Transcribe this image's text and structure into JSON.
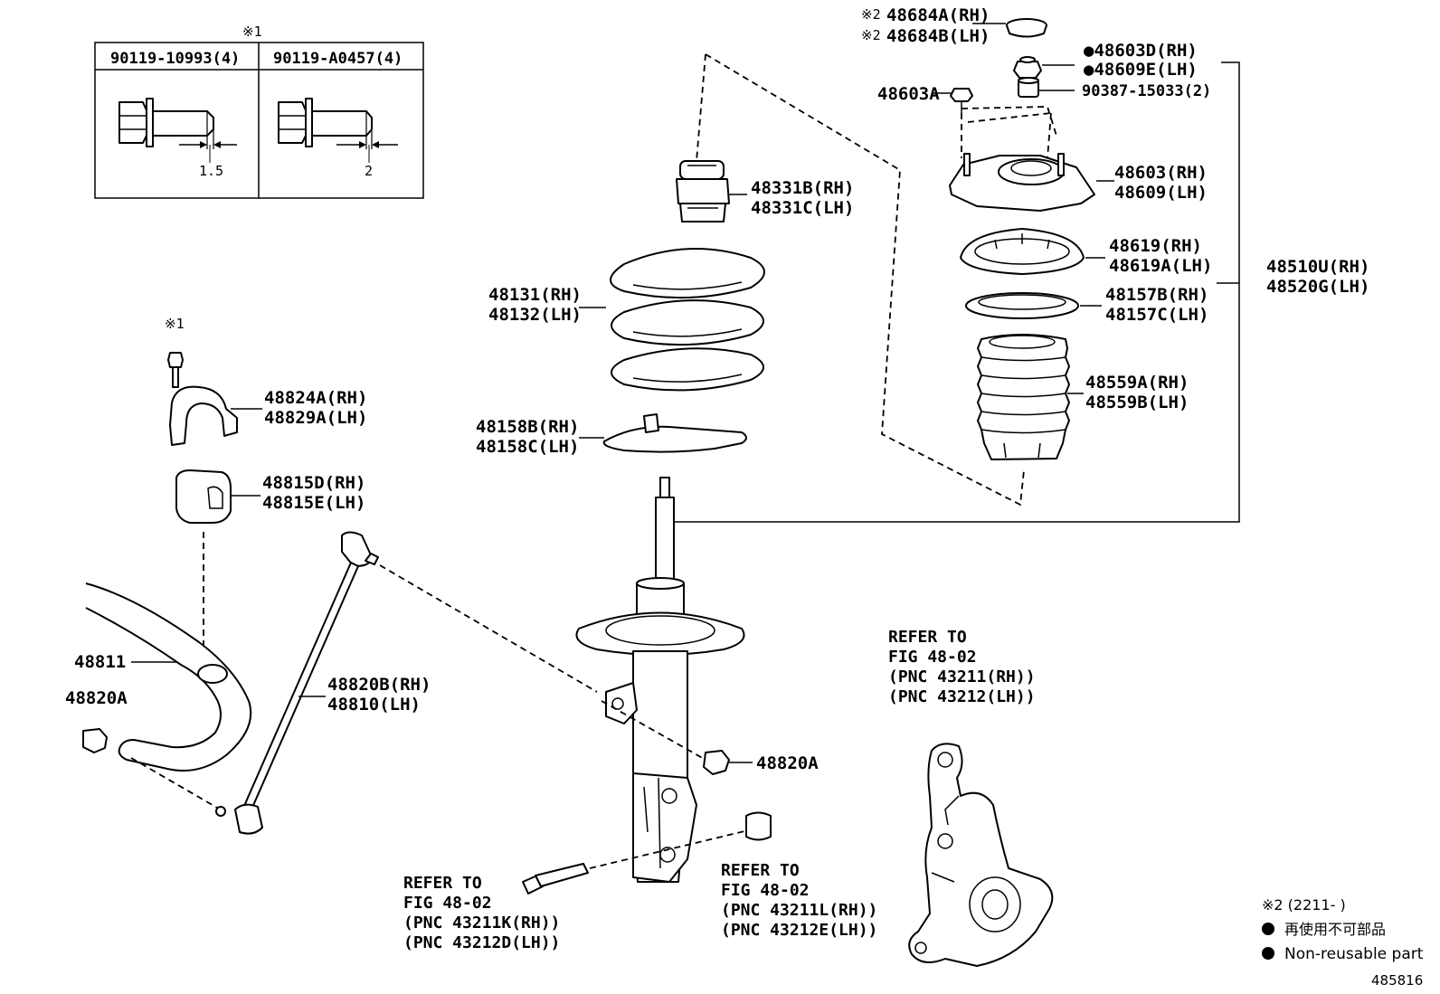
{
  "figure_id": "485816",
  "inset": {
    "note_mark": "※1",
    "columns": [
      {
        "part": "90119-10993(4)",
        "dim": "1.5"
      },
      {
        "part": "90119-A0457(4)",
        "dim": "2"
      }
    ]
  },
  "labels": {
    "l48684a": "48684A(RH)",
    "l48684b": "48684B(LH)",
    "mark2": "※2",
    "l48603d": "48603D(RH)",
    "l48609e": "48609E(LH)",
    "l48603a": "48603A",
    "l90387": "90387-15033(2)",
    "l48603": "48603(RH)",
    "l48609": "48609(LH)",
    "l48619": "48619(RH)",
    "l48619a": "48619A(LH)",
    "l48510u": "48510U(RH)",
    "l48520g": "48520G(LH)",
    "l48157b": "48157B(RH)",
    "l48157c": "48157C(LH)",
    "l48559a": "48559A(RH)",
    "l48559b": "48559B(LH)",
    "l48331b": "48331B(RH)",
    "l48331c": "48331C(LH)",
    "l48131": "48131(RH)",
    "l48132": "48132(LH)",
    "l48158b": "48158B(RH)",
    "l48158c": "48158C(LH)",
    "mark1": "※1",
    "l48824a": "48824A(RH)",
    "l48829a": "48829A(LH)",
    "l48815d": "48815D(RH)",
    "l48815e": "48815E(LH)",
    "l48811": "48811",
    "l48820a_left": "48820A",
    "l48820b": "48820B(RH)",
    "l48810": "48810(LH)",
    "l48820a_mid": "48820A"
  },
  "refer": {
    "knuckle": [
      "REFER TO",
      "FIG 48-02",
      "(PNC 43211(RH))",
      "(PNC 43212(LH))"
    ],
    "bolt": [
      "REFER TO",
      "FIG 48-02",
      "(PNC 43211K(RH))",
      "(PNC 43212D(LH))"
    ],
    "nut": [
      "REFER TO",
      "FIG 48-02",
      "(PNC 43211L(RH))",
      "(PNC 43212E(LH))"
    ]
  },
  "legend": {
    "note2": "※2 (2211-   )",
    "line_jp": "再使用不可部品",
    "line_en": "Non-reusable part",
    "bullet": "●"
  }
}
